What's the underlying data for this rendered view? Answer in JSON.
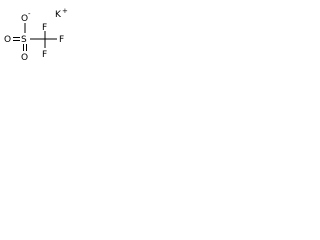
{
  "molecule": {
    "counterion": {
      "symbol": "K",
      "charge": "+"
    },
    "atoms": {
      "oxygen_anion": {
        "symbol": "O",
        "charge": "-"
      },
      "sulfur": {
        "symbol": "S"
      },
      "oxygen_left": {
        "symbol": "O"
      },
      "oxygen_bottom": {
        "symbol": "O"
      },
      "fluorine_top": {
        "symbol": "F"
      },
      "fluorine_right": {
        "symbol": "F"
      },
      "fluorine_bottom": {
        "symbol": "F"
      }
    },
    "colors": {
      "ink": "#000000",
      "background": "#ffffff"
    }
  }
}
